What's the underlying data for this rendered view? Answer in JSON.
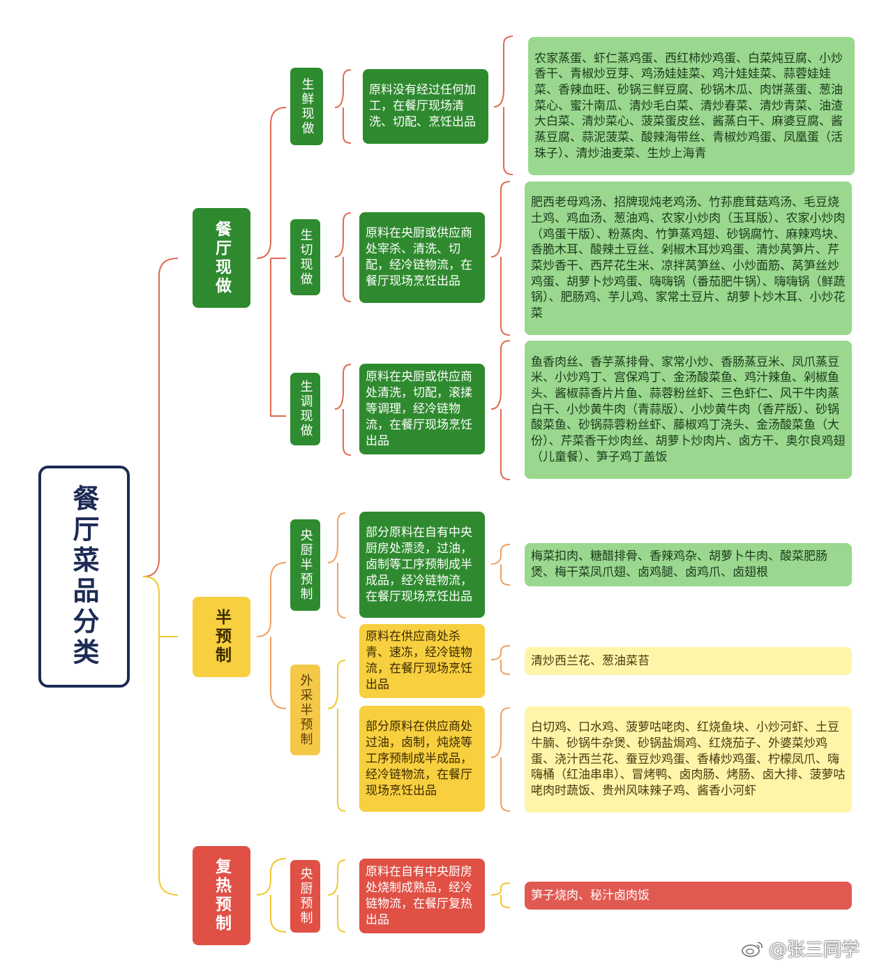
{
  "root": "餐厅菜品分类",
  "colors": {
    "green_dark": "#2f8a2f",
    "green_light": "#9bd88f",
    "yellow": "#f7cf3f",
    "yellow_light": "#fff5a8",
    "red": "#e05045",
    "line_red": "#e06a50",
    "line_yellow": "#f0c830",
    "line_orange": "#f0a060"
  },
  "categories": [
    {
      "label": "餐厅现做",
      "subs": [
        {
          "label": "生鲜现做",
          "desc": "原料没有经过任何加工，在餐厅现场清洗、切配、烹饪出品",
          "dishes": "农家蒸蛋、虾仁蒸鸡蛋、西红柿炒鸡蛋、白菜炖豆腐、小炒香干、青椒炒豆芽、鸡汤娃娃菜、鸡汁娃娃菜、蒜蓉娃娃菜、香辣血旺、砂锅三鲜豆腐、砂锅木瓜、肉饼蒸蛋、葱油菜心、蜜汁南瓜、清炒毛白菜、清炒春菜、清炒青菜、油渣大白菜、清炒菜心、菠菜蛋皮丝、酱蒸白干、麻婆豆腐、酱蒸豆腐、蒜泥菠菜、酸辣海带丝、青椒炒鸡蛋、凤凰蛋（活珠子）、清炒油麦菜、生炒上海青"
        },
        {
          "label": "生切现做",
          "desc": "原料在央厨或供应商处宰杀、清洗、切配，经冷链物流，在餐厅现场烹饪出品",
          "dishes": "肥西老母鸡汤、招牌现炖老鸡汤、竹荪鹿茸菇鸡汤、毛豆烧土鸡、鸡血汤、葱油鸡、农家小炒肉（玉耳版）、农家小炒肉（鸡蛋干版）、粉蒸肉、竹笋蒸鸡翅、砂锅腐竹、麻辣鸡块、香脆木耳、酸辣土豆丝、剁椒木耳炒鸡蛋、清炒莴笋片、芹菜炒香干、西芹花生米、凉拌莴笋丝、小炒面筋、莴笋丝炒鸡蛋、胡萝卜炒鸡蛋、嗨嗨锅（番茄肥牛锅）、嗨嗨锅（鲜蔬锅）、肥肠鸡、芋儿鸡、家常土豆片、胡萝卜炒木耳、小炒花菜"
        },
        {
          "label": "生调现做",
          "desc": "原料在央厨或供应商处清洗，切配，滚揉等调理，经冷链物流，在餐厅现场烹饪出品",
          "dishes": "鱼香肉丝、香芋蒸排骨、家常小炒、香肠蒸豆米、凤爪蒸豆米、小炒鸡丁、宫保鸡丁、金汤酸菜鱼、鸡汁辣鱼、剁椒鱼头、酱椒蒜香片片鱼、蒜蓉粉丝虾、三色虾仁、风干牛肉蒸白干、小炒黄牛肉（青蒜版）、小炒黄牛肉（香芹版）、砂锅酸菜鱼、砂锅蒜蓉粉丝虾、藤椒鸡丁浇头、金汤酸菜鱼（大份）、芹菜香干炒肉丝、胡萝卜炒肉片、卤方干、奥尔良鸡翅（儿童餐）、笋子鸡丁盖饭"
        }
      ]
    },
    {
      "label": "半预制",
      "subs": [
        {
          "label": "央厨半预制",
          "desc": "部分原料在自有中央厨房处漂烫，过油，卤制等工序预制成半成品，经冷链物流，在餐厅现场烹饪出品",
          "dishes": "梅菜扣肉、糖醋排骨、香辣鸡杂、胡萝卜牛肉、酸菜肥肠煲、梅干菜凤爪翅、卤鸡腿、卤鸡爪、卤翅根"
        },
        {
          "label": "外采半预制",
          "desc": "原料在供应商处杀青、速冻，经冷链物流，在餐厅现场烹饪出品",
          "dishes": "清炒西兰花、葱油菜苔"
        },
        {
          "label": "",
          "desc": "部分原料在供应商处过油，卤制，炖烧等工序预制成半成品，经冷链物流，在餐厅现场烹饪出品",
          "dishes": "白切鸡、口水鸡、菠萝咕咾肉、红烧鱼块、小炒河虾、土豆牛腩、砂锅牛杂煲、砂锅盐焗鸡、红烧茄子、外婆菜炒鸡蛋、浇汁西兰花、蚕豆炒鸡蛋、香椿炒鸡蛋、柠檬凤爪、嗨嗨桶（红油串串）、冒烤鸭、卤肉肠、烤肠、卤大排、菠萝咕咾肉时蔬饭、贵州风味辣子鸡、酱香小河虾"
        }
      ]
    },
    {
      "label": "复热预制",
      "subs": [
        {
          "label": "央厨预制",
          "desc": "原料在自有中央厨房处烧制成熟品，经冷链物流，在餐厅复热出品",
          "dishes": "笋子烧肉、秘汁卤肉饭"
        }
      ]
    }
  ],
  "watermark": "@张三同学"
}
